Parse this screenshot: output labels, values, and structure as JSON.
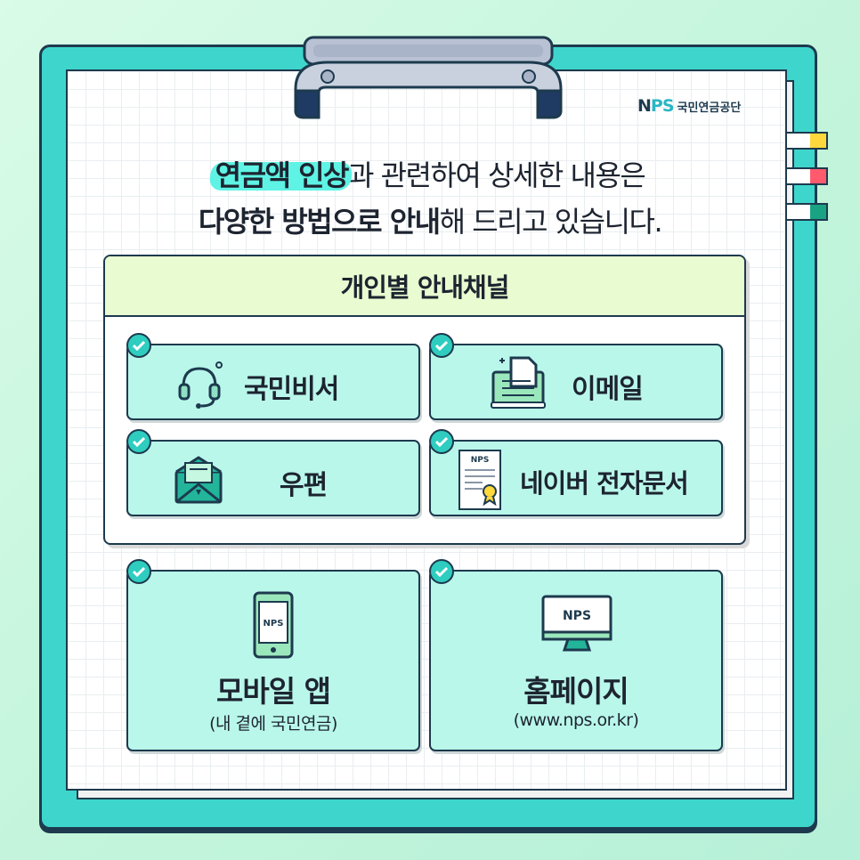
{
  "logo": {
    "brand": "NPS",
    "org_name": "국민연금공단"
  },
  "headline": {
    "line1_highlight": "연금액 인상",
    "line1_rest": "과 관련하여 상세한 내용은",
    "line2_bold": "다양한 방법으로 안내",
    "line2_rest": "해 드리고 있습니다."
  },
  "panel": {
    "title": "개인별 안내채널",
    "channels": [
      {
        "label": "국민비서",
        "icon": "headset-icon"
      },
      {
        "label": "이메일",
        "icon": "email-document-icon"
      },
      {
        "label": "우편",
        "icon": "envelope-icon"
      },
      {
        "label": "네이버 전자문서",
        "icon": "certificate-document-icon"
      }
    ]
  },
  "extra_channels": [
    {
      "label": "모바일 앱",
      "sub": "(내 곁에 국민연금)",
      "icon": "tablet-icon",
      "screen_text": "NPS"
    },
    {
      "label": "홈페이지",
      "sub": "(www.nps.or.kr)",
      "icon": "monitor-icon",
      "screen_text": "NPS"
    }
  ],
  "colors": {
    "board": "#3ed6cc",
    "card": "#b9f7ea",
    "panel_header": "#e9fbd0",
    "highlight": "#5ef3e4",
    "outline": "#1d3a4e",
    "tab_colors": [
      "#ffd93b",
      "#ff5a6e",
      "#1aa383"
    ]
  }
}
